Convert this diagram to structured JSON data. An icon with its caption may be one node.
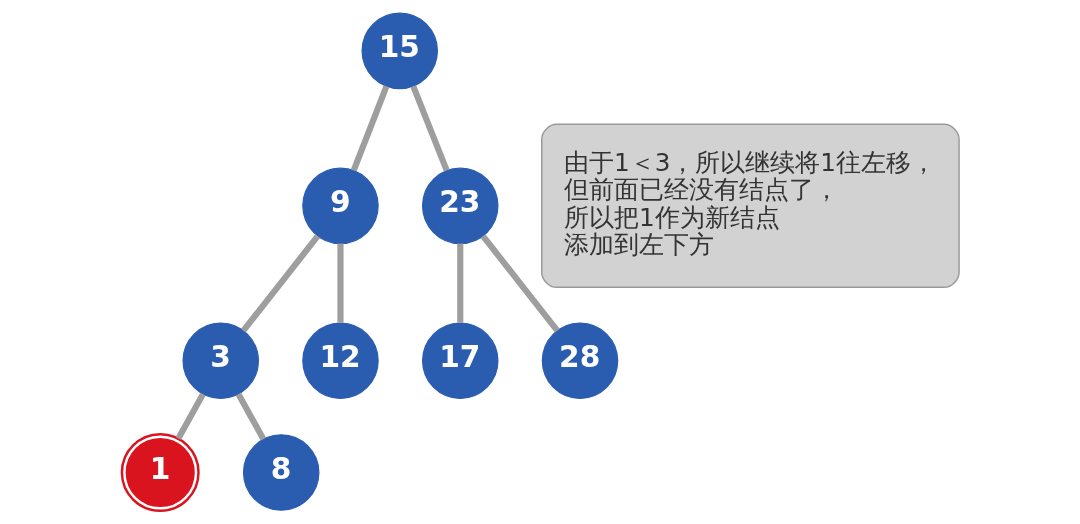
{
  "diagram": {
    "nodes": [
      {
        "text": [
          "15"
        ]
      },
      {
        "text": [
          "9"
        ]
      },
      {
        "text": [
          "23"
        ]
      },
      {
        "text": [
          "3"
        ]
      },
      {
        "text": [
          "12"
        ]
      },
      {
        "text": [
          "17"
        ]
      },
      {
        "text": [
          "28"
        ]
      },
      {
        "text": [
          "1"
        ]
      },
      {
        "text": [
          "8"
        ]
      },
      {
        "text": [
          "由于1＜3，所以继续将1往左移，但前面已经没有结点了，所以把1作为新结点添加到左下方"
        ]
      }
    ],
    "edges": [
      {
        "from": 0,
        "to": 1,
        "arrow": "none"
      },
      {
        "from": 0,
        "to": 2,
        "arrow": "none"
      },
      {
        "from": 1,
        "to": 3,
        "arrow": "none"
      },
      {
        "from": 1,
        "to": 4,
        "arrow": "none"
      },
      {
        "from": 2,
        "to": 5,
        "arrow": "none"
      },
      {
        "from": 2,
        "to": 6,
        "arrow": "none"
      },
      {
        "from": 3,
        "to": 7,
        "arrow": "none"
      },
      {
        "from": 3,
        "to": 8,
        "arrow": "none"
      }
    ]
  }
}
